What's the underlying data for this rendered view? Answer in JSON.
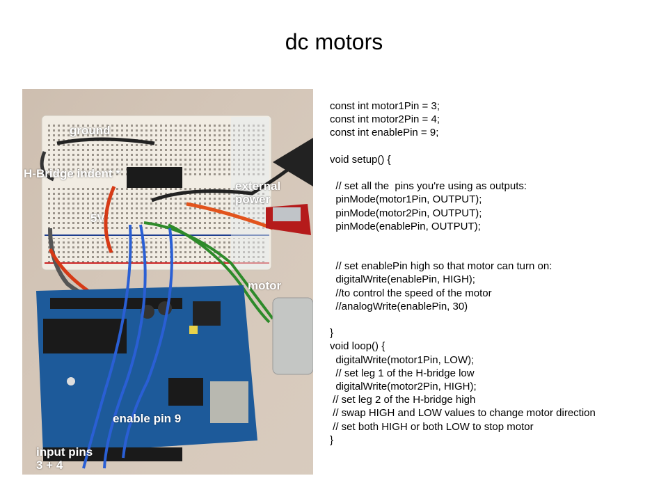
{
  "slide": {
    "title": "dc motors"
  },
  "photo": {
    "labels": {
      "ground": "ground",
      "hbridge": "H-Bridge indent *",
      "external_power": "external\npower",
      "five_v": "5V",
      "motor": "motor",
      "enable_pin": "enable pin 9",
      "input_pins": "input pins\n3 + 4"
    }
  },
  "code": {
    "lines": [
      "const int motor1Pin = 3;",
      "const int motor2Pin = 4;",
      "const int enablePin = 9;",
      "",
      "void setup() {",
      "",
      "  // set all the  pins you're using as outputs:",
      "  pinMode(motor1Pin, OUTPUT);",
      "  pinMode(motor2Pin, OUTPUT);",
      "  pinMode(enablePin, OUTPUT);",
      "",
      "",
      "  // set enablePin high so that motor can turn on:",
      "  digitalWrite(enablePin, HIGH);",
      "  //to control the speed of the motor",
      "  //analogWrite(enablePin, 30)",
      "",
      "}",
      "void loop() {",
      "  digitalWrite(motor1Pin, LOW);",
      "  // set leg 1 of the H-bridge low",
      "  digitalWrite(motor2Pin, HIGH);",
      " // set leg 2 of the H-bridge high",
      " // swap HIGH and LOW values to change motor direction",
      " // set both HIGH or both LOW to stop motor",
      "}"
    ]
  }
}
